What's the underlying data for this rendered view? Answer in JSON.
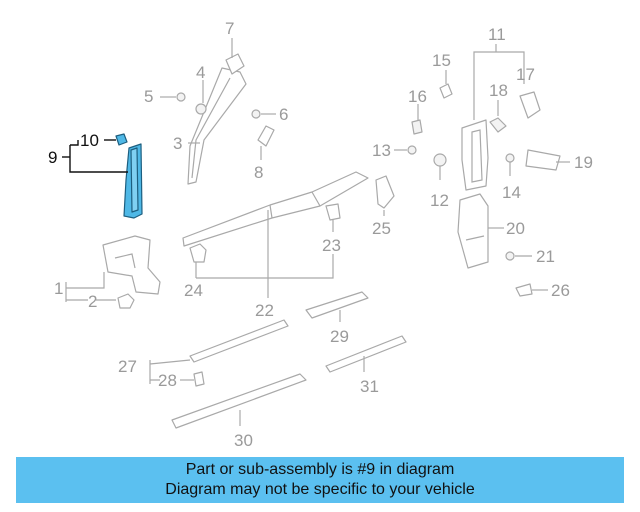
{
  "callouts": {
    "c1": "1",
    "c2": "2",
    "c3": "3",
    "c4": "4",
    "c5": "5",
    "c6": "6",
    "c7": "7",
    "c8": "8",
    "c9": "9",
    "c10": "10",
    "c11": "11",
    "c12": "12",
    "c13": "13",
    "c14": "14",
    "c15": "15",
    "c16": "16",
    "c17": "17",
    "c18": "18",
    "c19": "19",
    "c20": "20",
    "c21": "21",
    "c22": "22",
    "c23": "23",
    "c24": "24",
    "c25": "25",
    "c26": "26",
    "c27": "27",
    "c28": "28",
    "c29": "29",
    "c30": "30",
    "c31": "31"
  },
  "highlight": {
    "part": "9",
    "color": "#4fb8e6"
  },
  "footer": {
    "line1": "Part or sub-assembly is #9 in diagram",
    "line2": "Diagram may not be specific to your vehicle",
    "background": "#5bc0f0"
  }
}
